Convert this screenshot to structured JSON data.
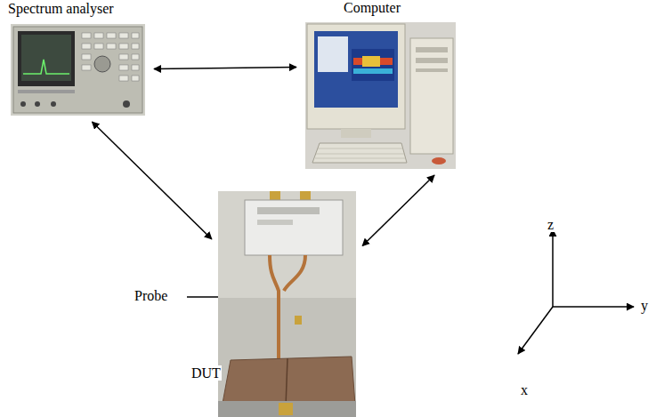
{
  "diagram": {
    "nodes": [
      {
        "text": [
          "Spectrum analyser"
        ]
      },
      {
        "text": [
          "Computer"
        ]
      },
      {
        "text": [
          "Probe",
          "DUT"
        ]
      }
    ],
    "edges": [
      {
        "from": 0,
        "to": 1,
        "arrow": "both"
      },
      {
        "from": 0,
        "to": 2,
        "arrow": "both"
      },
      {
        "from": 1,
        "to": 2,
        "arrow": "both"
      }
    ],
    "labels": [
      "z",
      "y",
      "x"
    ]
  }
}
